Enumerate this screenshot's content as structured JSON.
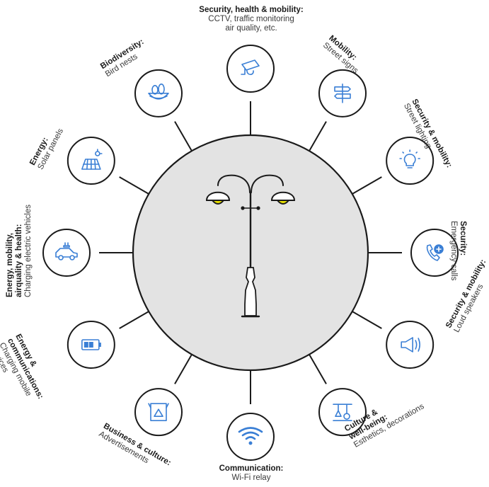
{
  "colors": {
    "accent": "#3a7fd5",
    "center_fill": "#e3e3e3",
    "line": "#1a1a1a",
    "lamp_light": "#e8e000"
  },
  "center": {
    "name": "street-lamp"
  },
  "nodes": [
    {
      "id": "cctv",
      "icon": "cctv-camera-icon",
      "title": "Security, health & mobility:",
      "subtitle": "CCTV, traffic monitoring",
      "subtitle2": "air quality, etc."
    },
    {
      "id": "mobility",
      "icon": "signpost-icon",
      "title": "Mobility:",
      "subtitle": "Street signs"
    },
    {
      "id": "lighting",
      "icon": "light-bulb-icon",
      "title": "Security & mobility:",
      "subtitle": "Street lighting"
    },
    {
      "id": "emergency",
      "icon": "phone-plus-icon",
      "title": "Security:",
      "subtitle": "Emergency calls"
    },
    {
      "id": "speakers",
      "icon": "loudspeaker-icon",
      "title": "Security & mobility:",
      "subtitle": "Loud speakers"
    },
    {
      "id": "culture",
      "icon": "decorations-icon",
      "title": "Culture &",
      "title2": "well-being:",
      "subtitle": "Esthetics, decorations"
    },
    {
      "id": "wifi",
      "icon": "wifi-icon",
      "title": "Communication:",
      "subtitle": "Wi-Fi relay"
    },
    {
      "id": "business",
      "icon": "billboard-icon",
      "title": "Business & culture:",
      "subtitle": "Advertisements"
    },
    {
      "id": "charging",
      "icon": "battery-icon",
      "title": "Energy &",
      "title2": "communications:",
      "subtitle": "Charging mobile",
      "subtitle2": "devices"
    },
    {
      "id": "ev",
      "icon": "electric-car-icon",
      "title": "Energy, mobility,",
      "title2": "airquality & health:",
      "subtitle": "Charging electric vehicles"
    },
    {
      "id": "solar",
      "icon": "solar-panel-icon",
      "title": "Energy:",
      "subtitle": "Solar panels"
    },
    {
      "id": "bio",
      "icon": "bird-nest-icon",
      "title": "Biodiversity:",
      "subtitle": "Bird nests"
    }
  ]
}
